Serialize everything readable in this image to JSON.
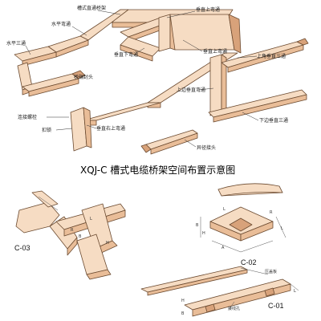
{
  "title": "XQJ-C 槽式电缆桥架空间布置示意图",
  "labels": {
    "straight_bridge": "槽式直通桥架",
    "horizontal_elbow": "水平弯通",
    "horizontal_tee": "水平三通",
    "vertical_up_elbow": "垂直上弯通",
    "vertical_down_elbow": "垂直下弯通",
    "bridge_end_cap": "桥端封头",
    "upper_vertical_tee": "上角垂直三通",
    "upper_vertical_elbow": "上边垂直弯通",
    "connecting_bolt": "连接螺栓",
    "buckle_lock": "扣锁",
    "vertical_right_up_elbow": "垂直右上弯通",
    "lower_vertical_tee": "下边垂直三通",
    "reducer": "异径接头"
  },
  "part_codes": {
    "c03": "C-03",
    "c02": "C-02",
    "c01": "C-01"
  },
  "c01_labels": {
    "cover": "压盖板",
    "hole": "接线孔"
  },
  "dimensions": {
    "L": "L",
    "B": "B",
    "H": "H",
    "A": "A",
    "R": "R"
  }
}
